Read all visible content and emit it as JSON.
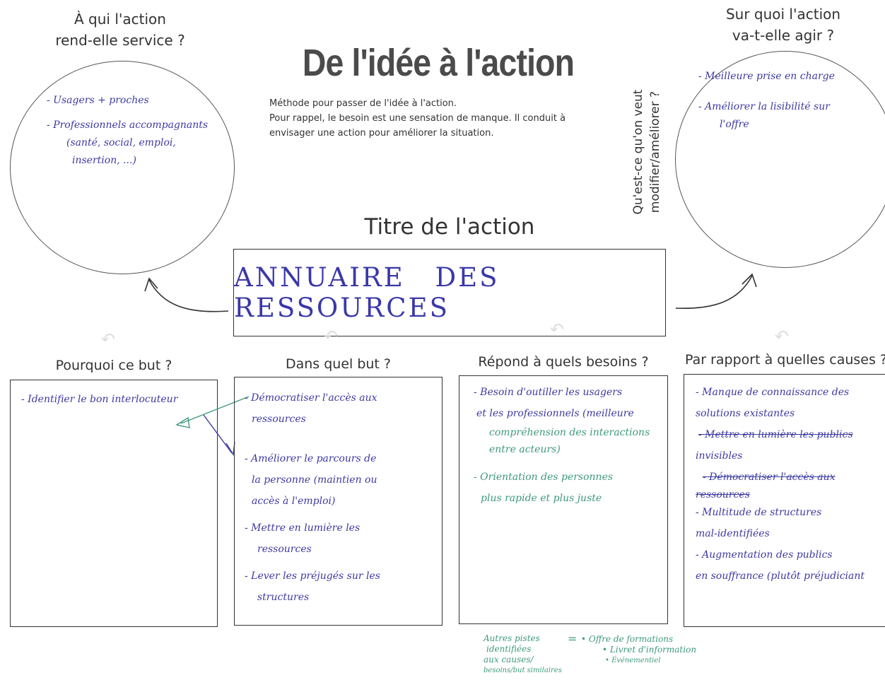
{
  "header": {
    "title": "De l'idée à l'action",
    "description_lines": [
      "Méthode pour passer de l'idée à l'action.",
      "Pour rappel, le besoin est une sensation de manque. Il conduit à",
      "envisager une action pour améliorer la situation."
    ]
  },
  "left_circle": {
    "question": [
      "À qui l'action",
      "rend-elle service ?"
    ],
    "notes": [
      "- Usagers + proches",
      "- Professionnels accompagnants",
      "(santé, social, emploi,",
      "insertion, ...)"
    ]
  },
  "right_circle": {
    "question": [
      "Sur quoi l'action",
      "va-t-elle agir ?"
    ],
    "side_label": [
      "Qu'est-ce qu'on veut",
      "modifier/améliorer ?"
    ],
    "notes": [
      "- Meilleure prise en charge",
      "- Améliorer la lisibilité sur",
      "l'offre"
    ]
  },
  "action": {
    "label": "Titre de l'action",
    "value": "ANNUAIRE DES RESSOURCES"
  },
  "columns": [
    {
      "heading": "Pourquoi ce but ?",
      "entries": [
        {
          "text": "- Identifier le bon interlocuteur",
          "color": "blue",
          "strike": false
        }
      ]
    },
    {
      "heading": "Dans quel but ?",
      "entries": [
        {
          "text": "- Démocratiser l'accès aux",
          "color": "blue",
          "strike": false
        },
        {
          "text": "ressources",
          "color": "blue",
          "strike": false
        },
        {
          "text": "- Améliorer le parcours de",
          "color": "blue",
          "strike": false
        },
        {
          "text": "la personne (maintien ou",
          "color": "blue",
          "strike": false
        },
        {
          "text": "accès à l'emploi)",
          "color": "blue",
          "strike": false
        },
        {
          "text": "- Mettre en lumière les",
          "color": "blue",
          "strike": false
        },
        {
          "text": "ressources",
          "color": "blue",
          "strike": false
        },
        {
          "text": "- Lever les préjugés sur les",
          "color": "blue",
          "strike": false
        },
        {
          "text": "structures",
          "color": "blue",
          "strike": false
        }
      ]
    },
    {
      "heading": "Répond à quels besoins ?",
      "entries": [
        {
          "text": "- Besoin d'outiller les usagers",
          "color": "blue",
          "strike": false
        },
        {
          "text": "et les professionnels (meilleure",
          "color": "blue",
          "strike": false
        },
        {
          "text": "compréhension des interactions",
          "color": "green",
          "strike": false
        },
        {
          "text": "entre acteurs)",
          "color": "green",
          "strike": false
        },
        {
          "text": "- Orientation des personnes",
          "color": "green",
          "strike": false
        },
        {
          "text": "plus rapide et plus juste",
          "color": "green",
          "strike": false
        }
      ]
    },
    {
      "heading": "Par rapport à quelles causes ?",
      "entries": [
        {
          "text": "- Manque de connaissance des",
          "color": "blue",
          "strike": false
        },
        {
          "text": "solutions existantes",
          "color": "blue",
          "strike": false
        },
        {
          "text": "- Mettre en lumière les publics",
          "color": "blue",
          "strike": true
        },
        {
          "text": "invisibles",
          "color": "blue",
          "strike": false
        },
        {
          "text": "- Démocratiser l'accès aux",
          "color": "blue",
          "strike": true
        },
        {
          "text": "ressources",
          "color": "blue",
          "strike": true
        },
        {
          "text": "- Multitude de structures",
          "color": "blue",
          "strike": false
        },
        {
          "text": "mal-identifiées",
          "color": "blue",
          "strike": false
        },
        {
          "text": "- Augmentation des publics",
          "color": "blue",
          "strike": false
        },
        {
          "text": "en souffrance (plutôt préjudiciant",
          "color": "blue",
          "strike": false
        }
      ]
    }
  ],
  "bottom_notes": {
    "left": [
      "Autres pistes",
      "identifiées",
      "aux causes/",
      "besoins/but similaires"
    ],
    "equals": "=",
    "right": [
      "• Offre de formations",
      "• Livret d'information",
      "• Événementiel"
    ]
  },
  "colors": {
    "pen_blue": "#3d3aa0",
    "pen_green": "#3f9a78",
    "outline": "#333333"
  }
}
